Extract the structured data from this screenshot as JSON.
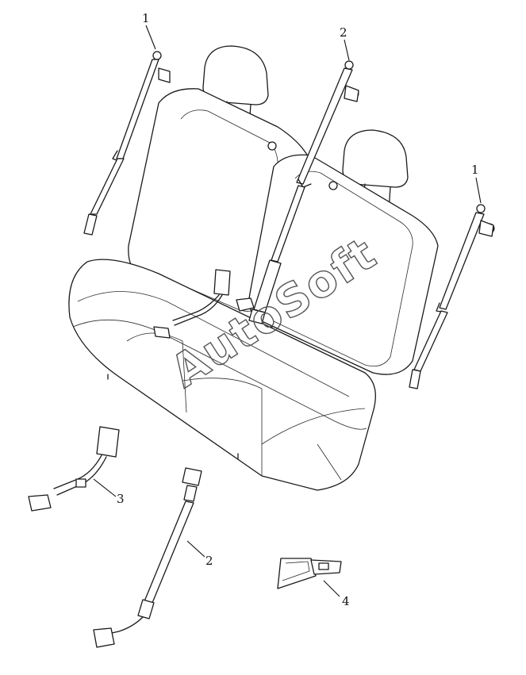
{
  "diagram": {
    "callouts": [
      {
        "id": "c1a",
        "label": "1"
      },
      {
        "id": "c2a",
        "label": "2"
      },
      {
        "id": "c1b",
        "label": "1"
      },
      {
        "id": "c3",
        "label": "3"
      },
      {
        "id": "c2b",
        "label": "2"
      },
      {
        "id": "c4",
        "label": "4"
      }
    ],
    "watermark": "AutoSoft",
    "colors": {
      "line": "#1a1a1a",
      "background": "#ffffff",
      "watermark": "#555555"
    }
  }
}
